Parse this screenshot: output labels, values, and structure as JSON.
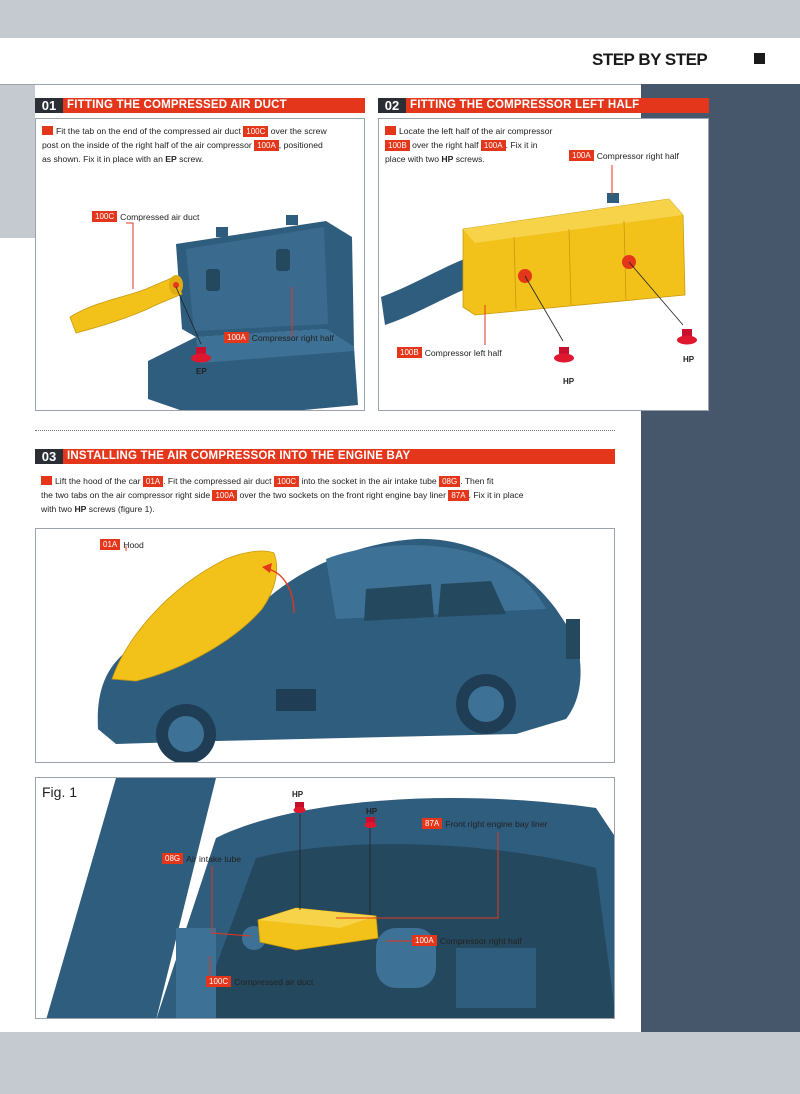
{
  "header": {
    "title": "STEP BY STEP"
  },
  "step1": {
    "number": "01",
    "title": "FITTING THE COMPRESSED AIR DUCT",
    "line1_a": "Fit the tab on the end of the compressed air duct ",
    "line1_tag": "100C",
    "line1_b": " over the screw",
    "line2_a": "post on the inside of the right half of the air compressor ",
    "line2_tag": "100A",
    "line2_b": ", positioned",
    "line3_a": "as shown. Fix it in place with an ",
    "line3_bold": "EP",
    "line3_b": " screw.",
    "callout_duct_tag": "100C",
    "callout_duct": "Compressed air duct",
    "callout_right_tag": "100A",
    "callout_right": "Compressor right half",
    "screw": "EP"
  },
  "step2": {
    "number": "02",
    "title": "FITTING THE COMPRESSOR LEFT HALF",
    "line1_a": "Locate the left half of the air compressor",
    "line2_tag": "100B",
    "line2_a": " over the right half ",
    "line2_tag2": "100A",
    "line2_b": ". Fix it in",
    "line3_a": "place with two ",
    "line3_bold": "HP",
    "line3_b": " screws.",
    "callout_right_tag": "100A",
    "callout_right": "Compressor right half",
    "callout_left_tag": "100B",
    "callout_left": "Compressor left half",
    "screw1": "HP",
    "screw2": "HP"
  },
  "step3": {
    "number": "03",
    "title": "INSTALLING THE AIR COMPRESSOR INTO THE ENGINE BAY",
    "line1_a": "Lift the hood of the car ",
    "line1_tag": "01A",
    "line1_b": ". Fit the compressed air duct ",
    "line1_tag2": "100C",
    "line1_c": " into the socket in the air intake tube ",
    "line1_tag3": "08G",
    "line1_d": ". Then fit",
    "line2_a": "the two tabs on the air compressor right side ",
    "line2_tag": "100A",
    "line2_b": " over the two sockets on the front right engine bay liner ",
    "line2_tag2": "87A",
    "line2_c": ". Fix it in place",
    "line3_a": "with two ",
    "line3_bold": "HP",
    "line3_b": " screws (figure 1).",
    "callout_hood_tag": "01A",
    "callout_hood": "Hood"
  },
  "fig1": {
    "label": "Fig. 1",
    "screw1": "HP",
    "screw2": "HP",
    "callout_liner_tag": "87A",
    "callout_liner": "Front right engine bay liner",
    "callout_intake_tag": "08G",
    "callout_intake": "Air intake tube",
    "callout_right_tag": "100A",
    "callout_right": "Compressor right half",
    "callout_duct_tag": "100C",
    "callout_duct": "Compressed air duct"
  },
  "colors": {
    "accent": "#e3361b",
    "model_blue": "#2f5d7e",
    "part_yellow": "#f2c21b",
    "panel": "#46566b"
  }
}
